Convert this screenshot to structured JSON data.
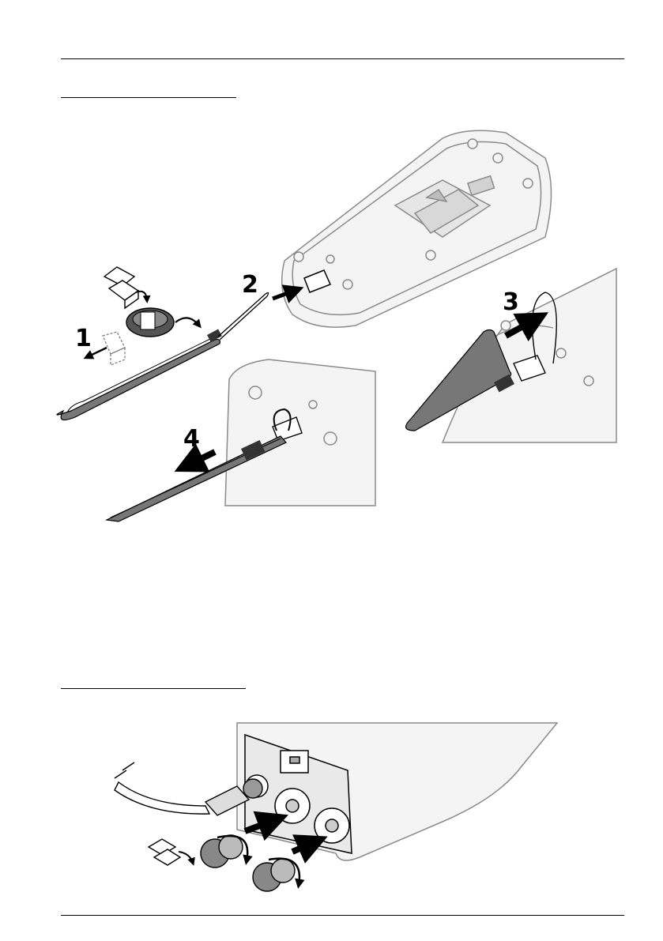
{
  "page": {
    "header_rule": "",
    "footer_rule": ""
  },
  "figure1": {
    "steps": [
      {
        "label": "1"
      },
      {
        "label": "2"
      },
      {
        "label": "3"
      },
      {
        "label": "4"
      }
    ]
  },
  "figure2": {}
}
